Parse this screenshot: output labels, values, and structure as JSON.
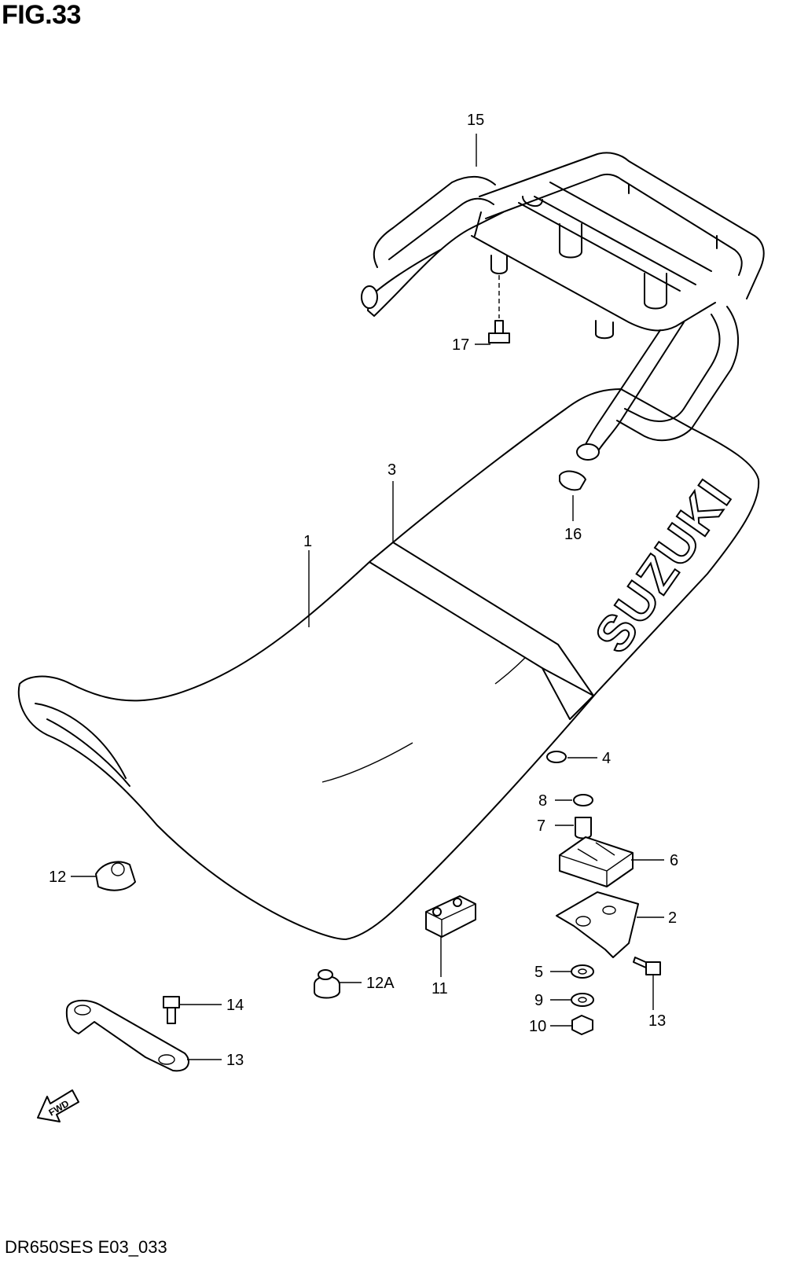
{
  "figure": {
    "title": "FIG.33",
    "code": "DR650SES E03_033"
  },
  "seat": {
    "brand_text": "SUZUKI"
  },
  "fwd": {
    "label": "FWD"
  },
  "callouts": {
    "c1": "1",
    "c2": "2",
    "c3": "3",
    "c4": "4",
    "c5": "5",
    "c6": "6",
    "c7": "7",
    "c8": "8",
    "c9": "9",
    "c10": "10",
    "c11": "11",
    "c12": "12",
    "c12a": "12A",
    "c13a": "13",
    "c13b": "13",
    "c14": "14",
    "c15": "15",
    "c16": "16",
    "c17": "17"
  }
}
